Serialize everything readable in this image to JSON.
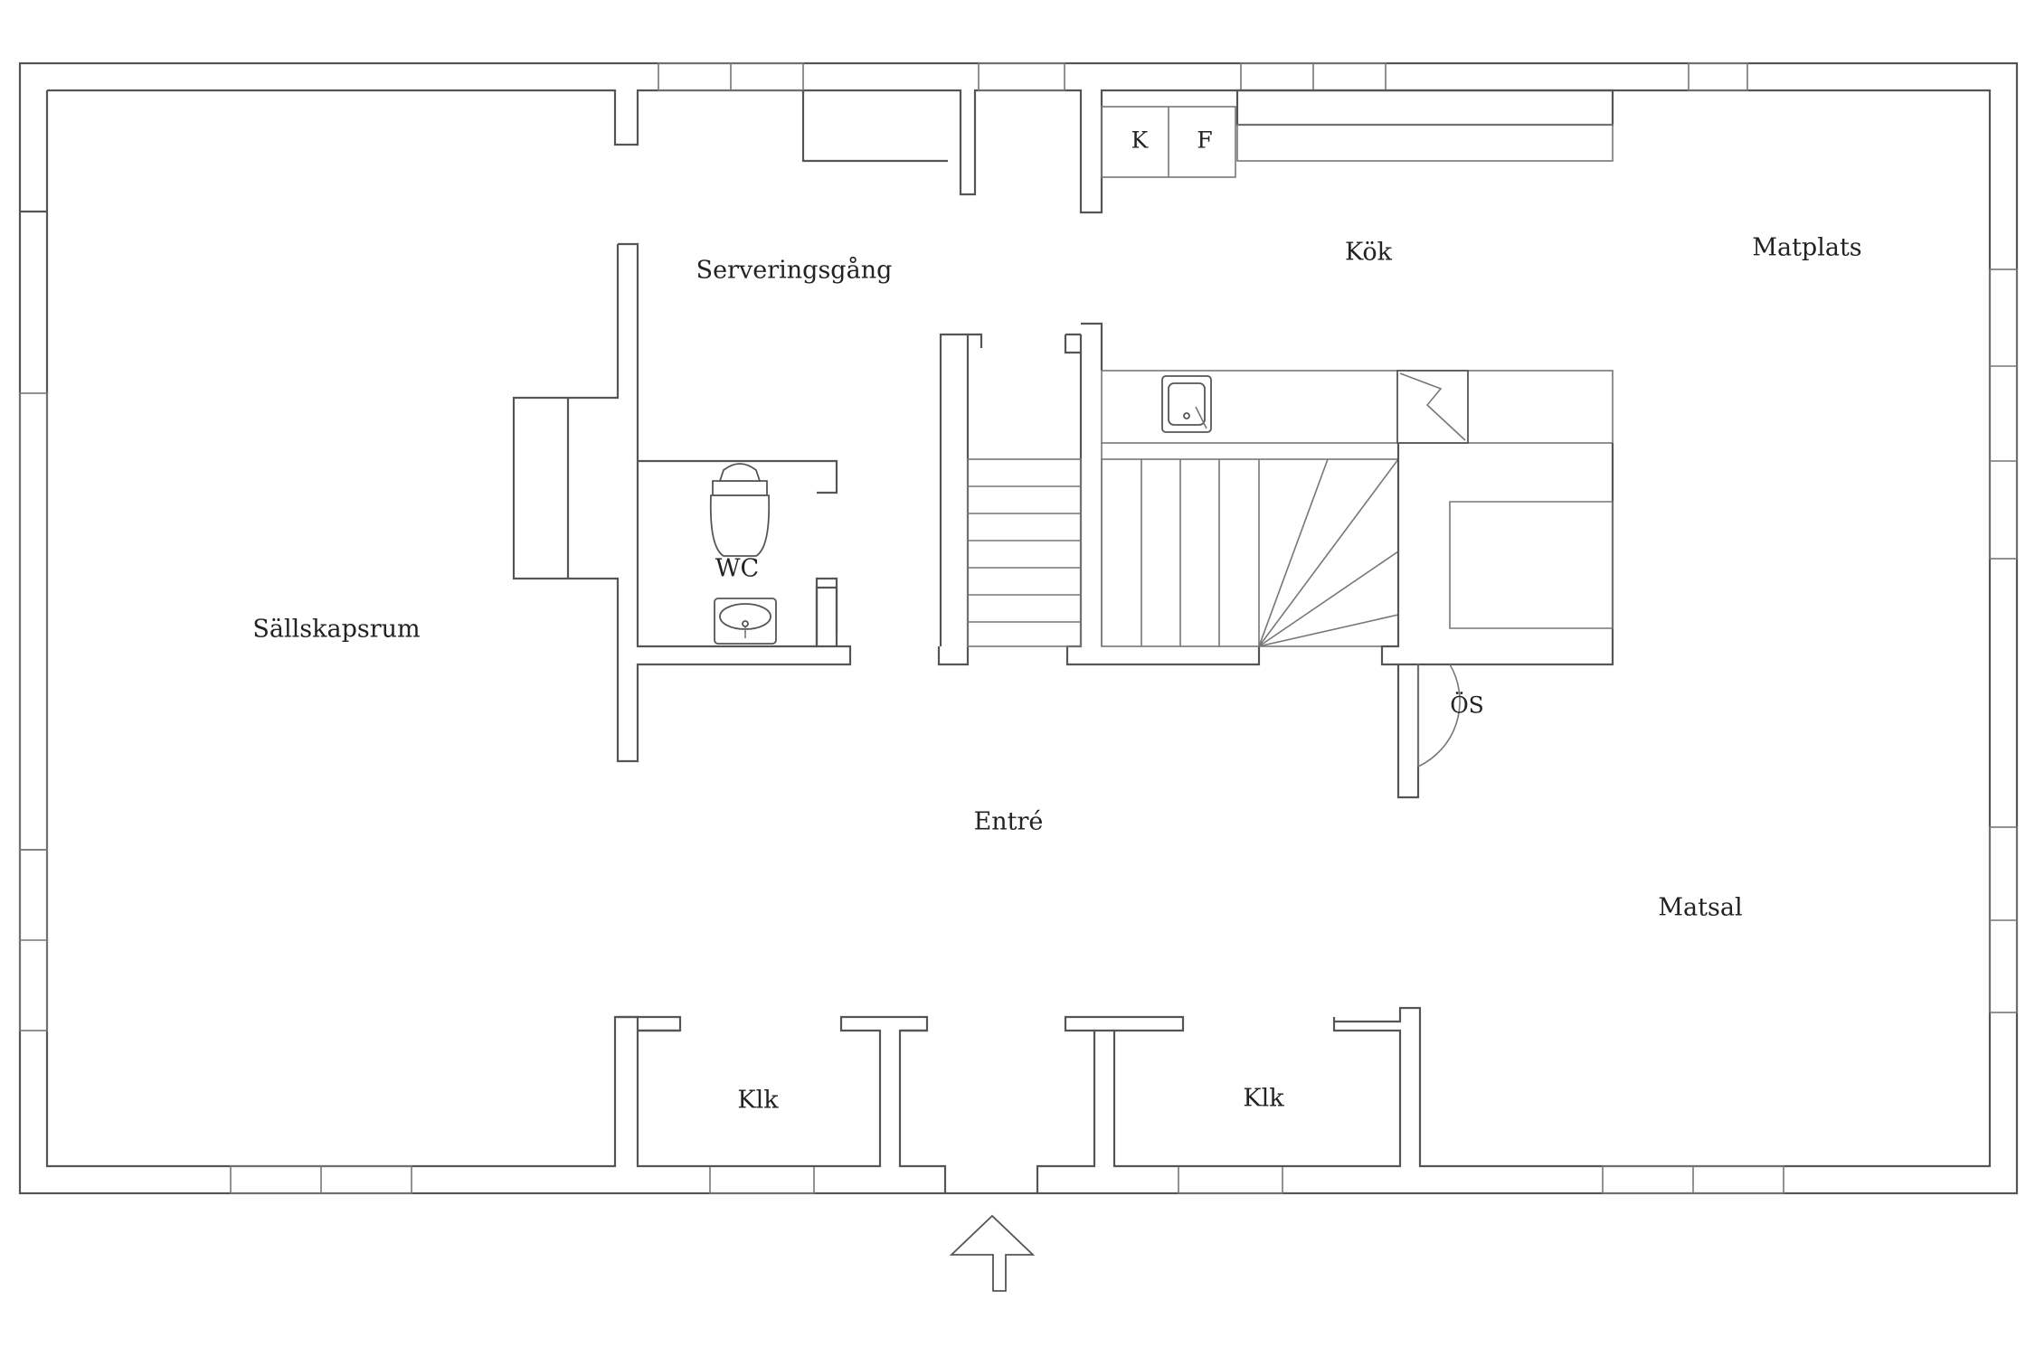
{
  "floorplan": {
    "rooms": {
      "sallskapsrum": "Sällskapsrum",
      "serveringsgang": "Serveringsgång",
      "kok": "Kök",
      "matplats": "Matplats",
      "wc": "WC",
      "entre": "Entré",
      "matsal": "Matsal",
      "klk_left": "Klk",
      "klk_right": "Klk",
      "os": "ÖS"
    },
    "appliances": {
      "kyl": "K",
      "frys": "F"
    },
    "icons": {
      "entrance": "entrance-arrow-icon",
      "toilet": "toilet-icon",
      "washbasin": "washbasin-icon",
      "sink": "sink-icon",
      "stove": "stove-icon"
    },
    "colors": {
      "line": "#555555",
      "background": "#ffffff",
      "text": "#222222"
    }
  }
}
